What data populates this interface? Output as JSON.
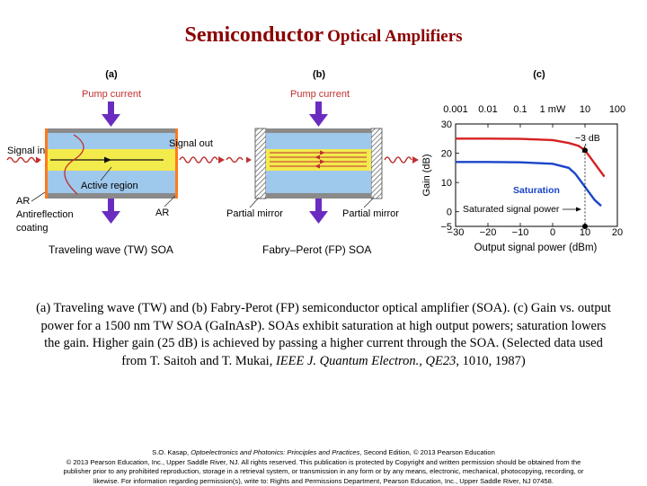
{
  "title": {
    "bold": "Semiconductor",
    "rest": "Optical Amplifiers"
  },
  "panel_a": {
    "letter": "(a)",
    "pump": "Pump current",
    "signal_in": "Signal in",
    "signal_out": "Signal out",
    "active": "Active region",
    "ar_left_1": "AR",
    "ar_left_2": "Antireflection",
    "ar_left_3": "coating",
    "ar_right": "AR",
    "label": "Traveling wave (TW) SOA"
  },
  "panel_b": {
    "letter": "(b)",
    "pump": "Pump current",
    "mirror_left": "Partial mirror",
    "mirror_right": "Partial mirror",
    "label": "Fabry–Perot (FP) SOA"
  },
  "panel_c": {
    "letter": "(c)",
    "top_ticks": [
      "0.001",
      "0.01",
      "0.1",
      "1 mW",
      "10",
      "100"
    ],
    "bottom_ticks": [
      "−30",
      "−20",
      "−10",
      "0",
      "10",
      "20"
    ],
    "y_ticks": [
      "30",
      "20",
      "10",
      "0",
      "−5"
    ],
    "ylabel": "Gain (dB)",
    "xlabel": "Output signal power (dBm)",
    "minus3db": "−3 dB",
    "saturation": "Saturation",
    "sat_power": "Saturated signal power",
    "colors": {
      "high": "#d62020",
      "low": "#1a44c8",
      "sat_text": "#1a44c8"
    }
  },
  "chart_data": {
    "type": "line",
    "xlabel": "Output signal power (dBm)",
    "ylabel": "Gain (dB)",
    "xlim": [
      -30,
      20
    ],
    "ylim": [
      -5,
      30
    ],
    "top_axis": "0.001, 0.01, 0.1, 1 mW, 10, 100",
    "series": [
      {
        "x": [
          -30,
          -20,
          -10,
          0,
          5,
          8,
          10,
          12,
          14,
          16
        ],
        "y": [
          25,
          25,
          24.9,
          24.5,
          23.5,
          22.5,
          21,
          18,
          15,
          12
        ]
      },
      {
        "x": [
          -30,
          -20,
          -10,
          0,
          5,
          7,
          9,
          11,
          13,
          15
        ],
        "y": [
          17,
          17,
          16.9,
          16.4,
          15,
          13,
          10,
          7,
          4,
          2
        ]
      }
    ]
  },
  "caption": {
    "p1": "(a) Traveling wave (TW) and (b) Fabry-Perot (FP) semiconductor optical amplifier (SOA). (c) Gain vs. output power for a 1500 nm TW SOA (GaInAsP). SOAs exhibit saturation at high output powers; saturation lowers the gain. Higher gain (25 dB) is achieved by passing a higher current through the SOA. (Selected data used from T. Saitoh and T. Mukai, ",
    "journal": "IEEE J. Quantum Electron.",
    "p2": ", ",
    "vol": "QE23",
    "p3": ", 1010, 1987)"
  },
  "footer": {
    "l1a": "S.O. Kasap, ",
    "l1i": "Optoelectronics and Photonics: Principles and Practices",
    "l1b": ", Second Edition, © 2013 Pearson Education",
    "l2": "© 2013 Pearson Education, Inc., Upper Saddle River, NJ. All rights reserved. This publication is protected by Copyright and written permission should be obtained from the",
    "l3": "publisher prior to any prohibited reproduction, storage in a retrieval system, or transmission in any form or by any means, electronic, mechanical, photocopying, recording, or",
    "l4": "likewise. For information regarding permission(s), write to: Rights and Permissions Department, Pearson Education, Inc., Upper Saddle River, NJ 07458."
  }
}
